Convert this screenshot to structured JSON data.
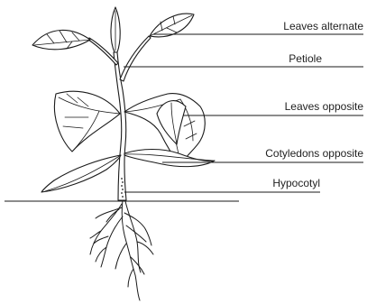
{
  "labels": {
    "leaves_alternate": "Leaves alternate",
    "petiole": "Petiole",
    "leaves_opposite": "Leaves opposite",
    "cotyledons_opposite": "Cotyledons opposite",
    "hypocotyl": "Hypocotyl"
  },
  "colors": {
    "ink": "#1a1a1a",
    "background": "#ffffff",
    "text": "#222222"
  }
}
